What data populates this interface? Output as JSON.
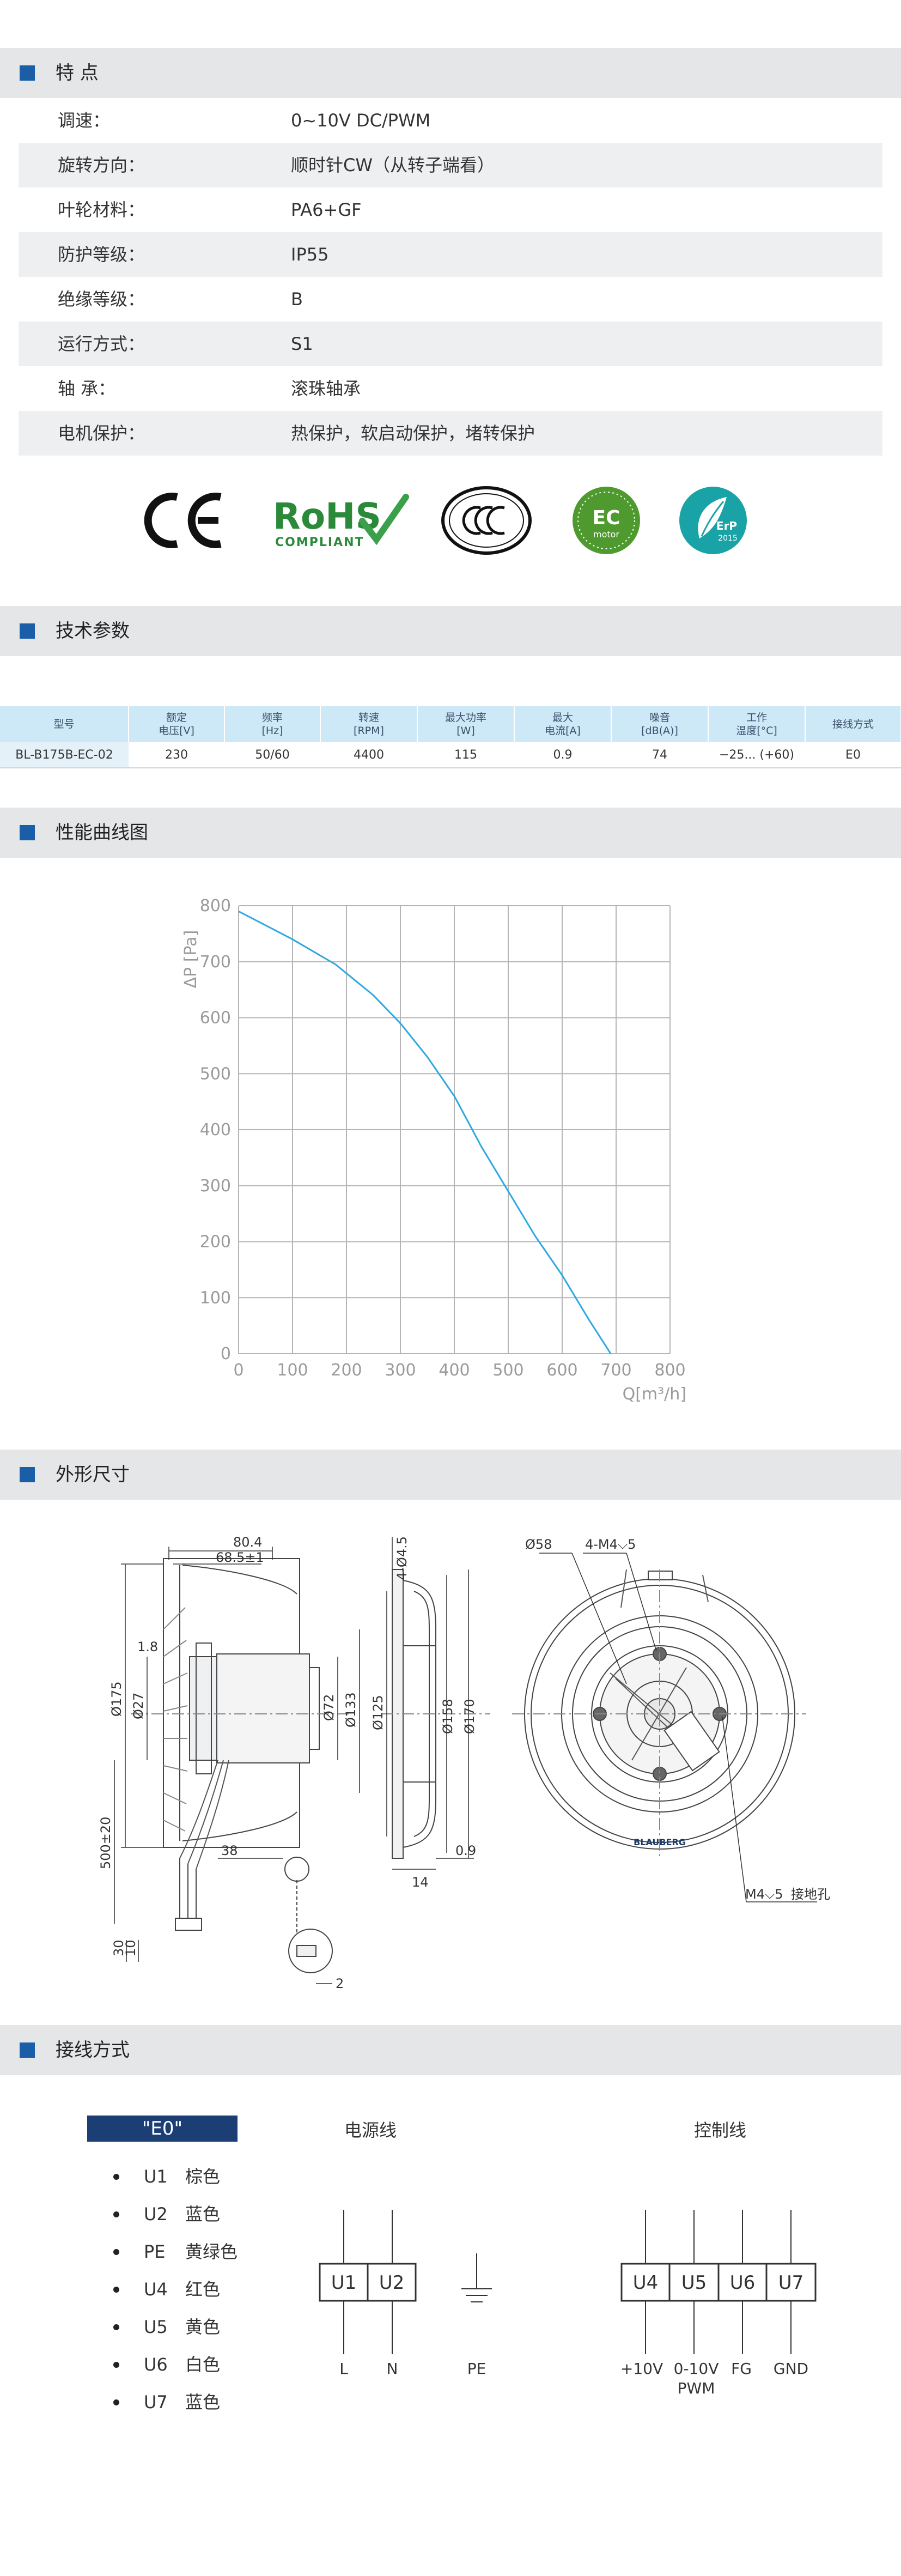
{
  "sections": {
    "features": "特 点",
    "specs": "技术参数",
    "curve": "性能曲线图",
    "dimensions": "外形尺寸",
    "wiring": "接线方式"
  },
  "features": [
    {
      "label": "调速：",
      "value": "0~10V DC/PWM"
    },
    {
      "label": "旋转方向：",
      "value": "顺时针CW（从转子端看）"
    },
    {
      "label": "叶轮材料：",
      "value": "PA6+GF"
    },
    {
      "label": "防护等级：",
      "value": "IP55"
    },
    {
      "label": "绝缘等级：",
      "value": "B"
    },
    {
      "label": "运行方式：",
      "value": "S1"
    },
    {
      "label": "轴 承：",
      "value": "滚珠轴承"
    },
    {
      "label": "电机保护：",
      "value": "热保护，软启动保护，堵转保护"
    }
  ],
  "certs": {
    "ce": "CE",
    "rohs": "RoHS",
    "rohs_sub": "COMPLIANT",
    "ccc": "CCC",
    "ec": "EC",
    "ec_sub": "motor",
    "erp": "ErP",
    "erp_year": "2015"
  },
  "spec_table": {
    "headers": [
      [
        "型号"
      ],
      [
        "额定",
        "电压[V]"
      ],
      [
        "频率",
        "[Hz]"
      ],
      [
        "转速",
        "[RPM]"
      ],
      [
        "最大功率",
        "[W]"
      ],
      [
        "最大",
        "电流[A]"
      ],
      [
        "噪音",
        "[dB(A)]"
      ],
      [
        "工作",
        "温度[°C]"
      ],
      [
        "接线方式"
      ]
    ],
    "row": [
      "BL-B175B-EC-02",
      "230",
      "50/60",
      "4400",
      "115",
      "0.9",
      "74",
      "−25... (+60)",
      "E0"
    ]
  },
  "chart_data": {
    "type": "line",
    "title": "",
    "xlabel": "Q[m³/h]",
    "ylabel": "ΔP [Pa]",
    "xlim": [
      0,
      800
    ],
    "ylim": [
      0,
      800
    ],
    "x_ticks": [
      "0",
      "100",
      "200",
      "300",
      "400",
      "500",
      "600",
      "700",
      "800"
    ],
    "y_ticks": [
      "0",
      "100",
      "200",
      "300",
      "400",
      "500",
      "600",
      "700",
      "800"
    ],
    "grid": true,
    "series": [
      {
        "color": "#2fa8e0",
        "x": [
          0,
          100,
          180,
          250,
          300,
          350,
          400,
          450,
          500,
          550,
          600,
          650,
          690
        ],
        "y": [
          790,
          740,
          695,
          640,
          590,
          530,
          460,
          370,
          290,
          210,
          140,
          60,
          0
        ]
      }
    ],
    "colors": {
      "line": "#2fa8e0",
      "grid": "#b5b5b5",
      "text": "#9a9a9a"
    }
  },
  "dimensions": {
    "side": {
      "d80_4": "80.4",
      "d68_5": "68.5±1",
      "d1_8": "1.8",
      "d175": "Ø175",
      "d27": "Ø27",
      "d72": "Ø72",
      "d133": "Ø133",
      "d500": "500±20",
      "d38": "38",
      "d30": "30",
      "d10": "10",
      "d2": "2"
    },
    "ring": {
      "d4_45": "4-Ø4.5",
      "d125": "Ø125",
      "d158": "Ø158",
      "d170": "Ø170",
      "d14": "14",
      "d0_9": "0.9"
    },
    "front": {
      "d58": "Ø58",
      "m4_top": "4-M4",
      "m4_top_depth": "5",
      "m4_bottom": "M4",
      "m4_bottom_depth": "5",
      "ground": "接地孔",
      "brand": "BLAUBERG"
    }
  },
  "wiring": {
    "legend_title": "\"E0\"",
    "items": [
      {
        "code": "U1",
        "color": "棕色"
      },
      {
        "code": "U2",
        "color": "蓝色"
      },
      {
        "code": "PE",
        "color": "黄绿色"
      },
      {
        "code": "U4",
        "color": "红色"
      },
      {
        "code": "U5",
        "color": "黄色"
      },
      {
        "code": "U6",
        "color": "白色"
      },
      {
        "code": "U7",
        "color": "蓝色"
      }
    ],
    "power_title": "电源线",
    "control_title": "控制线",
    "power_terms": [
      "U1",
      "U2"
    ],
    "power_labels": [
      "L",
      "N",
      "PE"
    ],
    "control_terms": [
      "U4",
      "U5",
      "U6",
      "U7"
    ],
    "control_labels": [
      "+10V",
      "0-10V",
      "PWM",
      "FG",
      "GND"
    ]
  },
  "colors": {
    "accent": "#1a5ea8",
    "header_bg": "#e5e6e8",
    "table_head": "#cde8f7",
    "legend_bg": "#1b3f74"
  }
}
